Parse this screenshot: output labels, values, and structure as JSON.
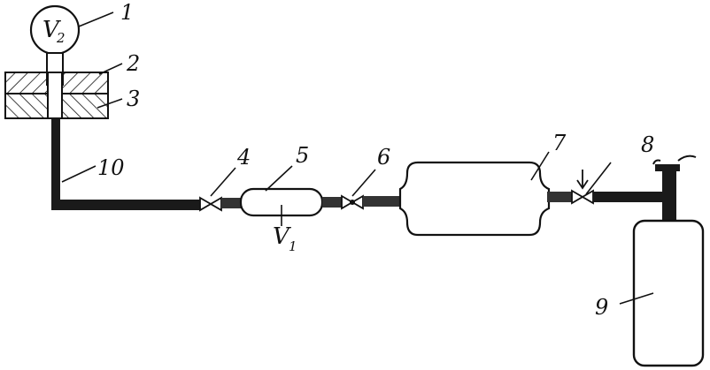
{
  "labels": {
    "n1": "1",
    "n2": "2",
    "n3": "3",
    "n4": "4",
    "n5": "5",
    "n6": "6",
    "n7": "7",
    "n8": "8",
    "n9": "9",
    "n10": "10"
  },
  "volumes": {
    "v2_main": "V",
    "v2_sub": "2",
    "v1_main": "V",
    "v1_sub": "1"
  }
}
